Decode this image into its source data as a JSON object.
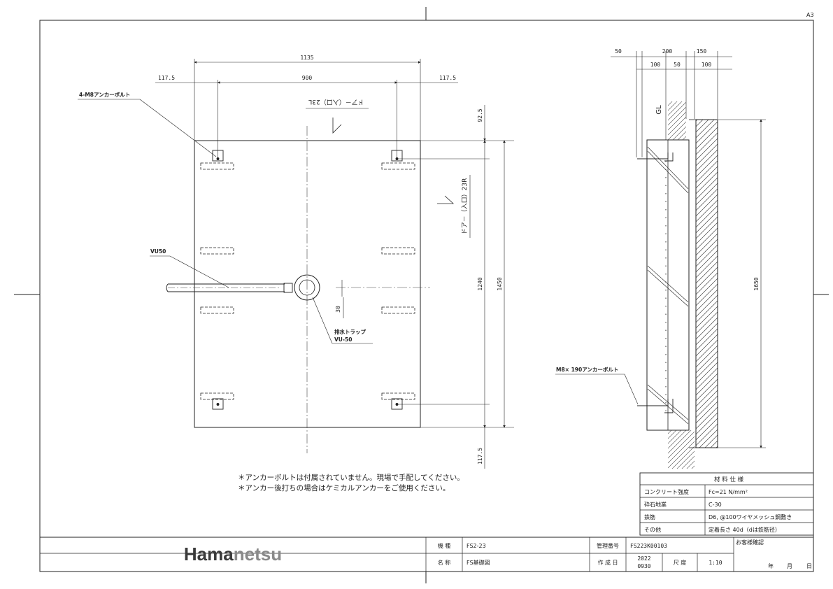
{
  "sheet": {
    "size": "A3"
  },
  "plan": {
    "dims": {
      "overall_width": "1135",
      "anchor_span": "900",
      "side_left": "117.5",
      "side_right": "117.5",
      "top_margin": "92.5",
      "inner_height": "1240",
      "overall_height": "1450",
      "bottom_margin": "117.5",
      "trap_offset": "30"
    },
    "labels": {
      "anchor_bolts": "4-M8アンカーボルト",
      "door_top": "ドア－（入口）23L",
      "door_right": "ドア－（入口）23R",
      "pipe": "VU50",
      "trap_title": "排水トラップ",
      "trap_type": "VU-50"
    },
    "notes": [
      "＊アンカーボルトは付属されていません。現場で手配してください。",
      "＊アンカー後打ちの場合はケミカルアンカーをご使用ください。"
    ]
  },
  "section": {
    "dims": {
      "left": "50",
      "middle": "200",
      "right": "150",
      "sub_a": "100",
      "sub_b": "50",
      "sub_c": "100",
      "height": "1650"
    },
    "gl_label": "GL",
    "bolt_label": "M8× 190アンカーボルト"
  },
  "spec_table": {
    "title": "材 料 仕 様",
    "rows": [
      {
        "label": "コンクリート強度",
        "value": "Fc=21 N/mm²"
      },
      {
        "label": "砕石地業",
        "value": "C-30"
      },
      {
        "label": "鉄筋",
        "value": "D6, @100ワイヤメッシュ鋼敷き"
      },
      {
        "label": "その他",
        "value": "定着長さ 40d（dは鉄筋径）"
      }
    ]
  },
  "title_block": {
    "company_main": "Hama",
    "company_accent": "netsu",
    "brand_colors": {
      "main": "#3a3a3a",
      "accent": "#8a8a8a"
    },
    "model_label": "機 種",
    "model_value": "FS2-23",
    "name_label": "名 称",
    "name_value": "FS基礎図",
    "mgmt_label": "管理番号",
    "mgmt_value": "FS223K00103",
    "date_label": "作 成 日",
    "date_line1": "2022",
    "date_line2": "0930",
    "scale_label": "尺 度",
    "scale_value": "1:10",
    "confirm_label": "お客様確認",
    "year": "年",
    "month": "月",
    "day": "日"
  }
}
